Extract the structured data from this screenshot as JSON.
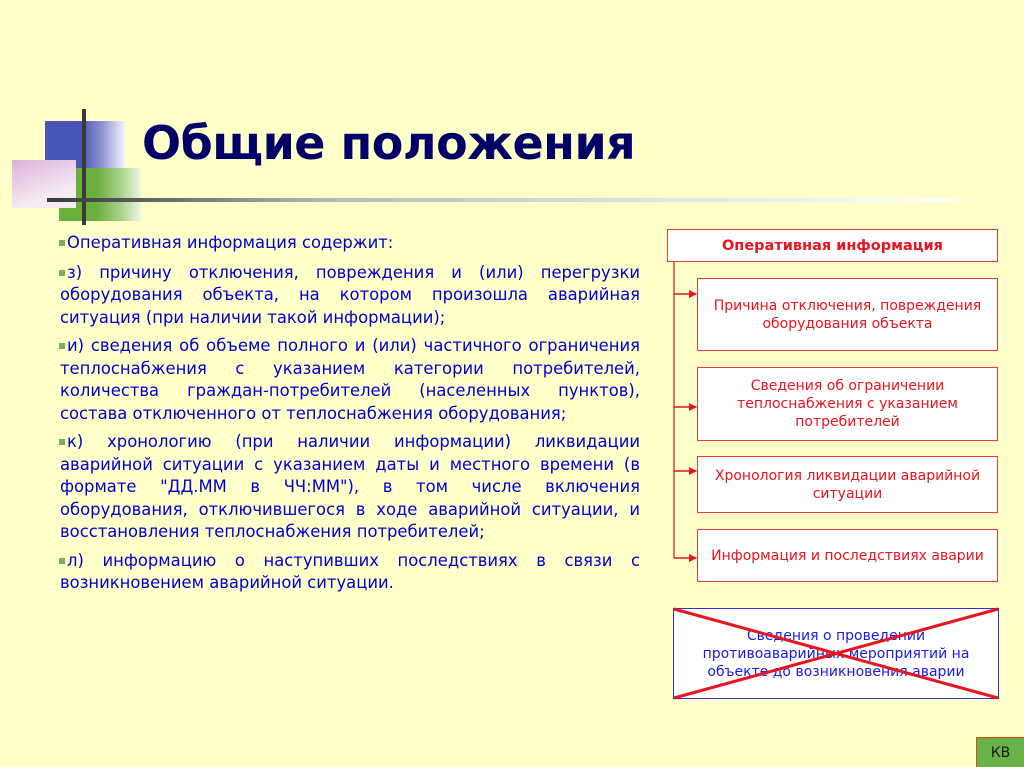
{
  "slide": {
    "title": "Общие положения",
    "background_color": "#ffffc9",
    "title_color": "#000066",
    "body_color": "#0000cc",
    "bullet_color": "#7aae5a"
  },
  "body": {
    "paragraphs": [
      {
        "id": "intro",
        "text": "Оперативная информация содержит:"
      },
      {
        "id": "z",
        "text": "з) причину отключения, повреждения и (или) перегрузки оборудования объекта, на котором произошла аварийная ситуация (при наличии такой информации);"
      },
      {
        "id": "i",
        "text": "и) сведения об объеме полного и (или) частичного ограничения теплоснабжения с указанием категории потребителей, количества граждан-потребителей (населенных пунктов), состава отключенного от теплоснабжения оборудования;"
      },
      {
        "id": "k",
        "text": "к) хронологию (при наличии информации) ликвидации аварийной ситуации с указанием даты и местного времени (в формате \"ДД.ММ в ЧЧ:ММ\"), в том числе включения оборудования, отключившегося в ходе аварийной ситуации, и восстановления теплоснабжения потребителей;"
      },
      {
        "id": "l",
        "text": "л) информацию о наступивших последствиях в связи с возникновением аварийной ситуации."
      }
    ]
  },
  "diagram": {
    "header": "Оперативная информация",
    "items": [
      {
        "text": "Причина отключения, повреждения оборудования объекта"
      },
      {
        "text": "Сведения об ограничении теплоснабжения с указанием потребителей"
      },
      {
        "text": "Хронология ликвидации аварийной ситуации"
      },
      {
        "text": "Информация и последствиях аварии"
      }
    ],
    "excluded_item": {
      "text": "Сведения о проведении противоаварийных мероприятий на объекте до возникновения аварии",
      "crossed_out": true
    },
    "accent_color": "#e8141e",
    "excluded_color": "#1a1ae6"
  },
  "nav": {
    "kb_label": "КВ",
    "kb_color": "#6bb246"
  }
}
